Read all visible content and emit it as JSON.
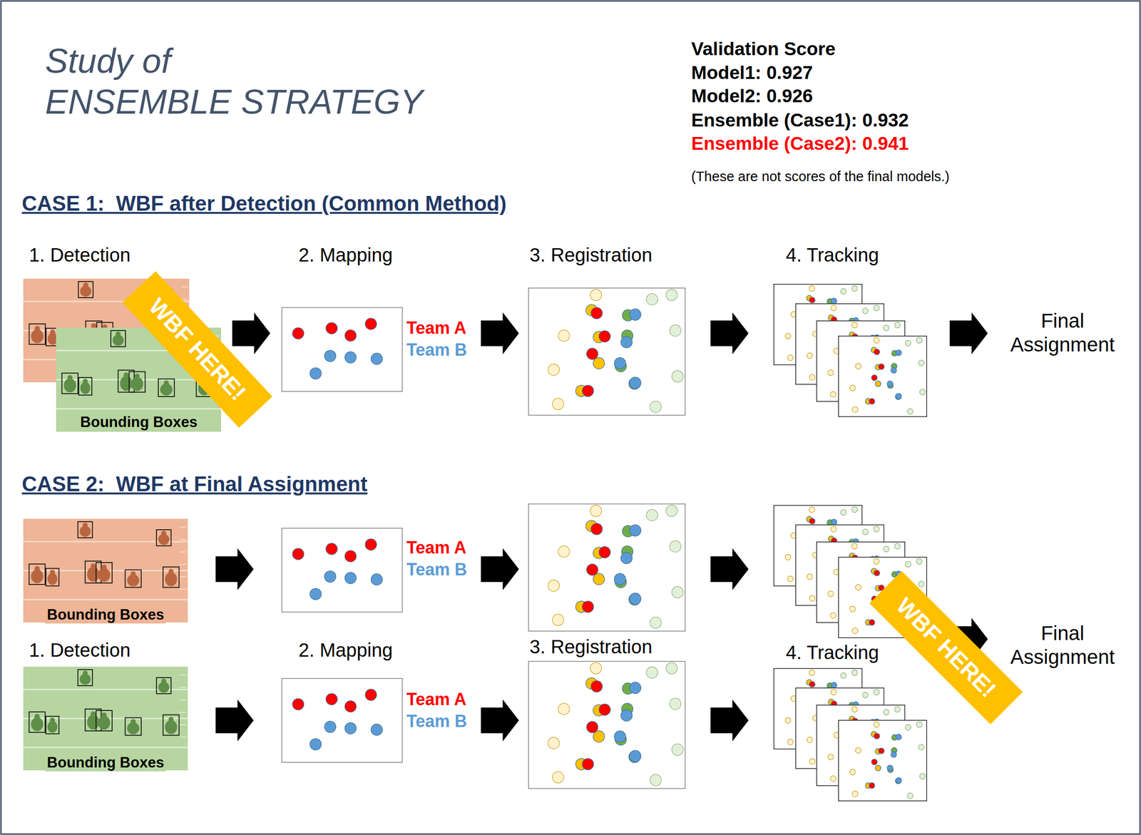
{
  "diagram": {
    "title": "Study of ENSEMBLE STRATEGY",
    "nodes": [
      {
        "text": [
          "1. Detection",
          "Bounding Boxes"
        ]
      },
      {
        "text": [
          "WBF HERE!"
        ]
      },
      {
        "text": [
          "2. Mapping",
          "Team A",
          "Team B"
        ]
      },
      {
        "text": [
          "3. Registration"
        ]
      },
      {
        "text": [
          "4. Tracking"
        ]
      },
      {
        "text": [
          "Final Assignment"
        ]
      },
      {
        "text": [
          "Bounding Boxes"
        ]
      },
      {
        "text": [
          "Team A",
          "Team B"
        ]
      },
      {
        "text": []
      },
      {
        "text": []
      },
      {
        "text": [
          "WBF HERE!"
        ]
      },
      {
        "text": [
          "Final Assignment"
        ]
      },
      {
        "text": [
          "1. Detection",
          "Bounding Boxes"
        ]
      },
      {
        "text": [
          "2. Mapping",
          "Team A",
          "Team B"
        ]
      },
      {
        "text": [
          "3. Registration"
        ]
      },
      {
        "text": [
          "4. Tracking"
        ]
      }
    ],
    "edges": [
      {
        "from": 0,
        "to": 2,
        "arrow": "to"
      },
      {
        "from": 2,
        "to": 3,
        "arrow": "to"
      },
      {
        "from": 3,
        "to": 4,
        "arrow": "to"
      },
      {
        "from": 4,
        "to": 5,
        "arrow": "to"
      },
      {
        "from": 6,
        "to": 7,
        "arrow": "to"
      },
      {
        "from": 7,
        "to": 8,
        "arrow": "to"
      },
      {
        "from": 8,
        "to": 9,
        "arrow": "to"
      },
      {
        "from": 9,
        "to": 11,
        "arrow": "to"
      },
      {
        "from": 12,
        "to": 13,
        "arrow": "to"
      },
      {
        "from": 13,
        "to": 14,
        "arrow": "to"
      },
      {
        "from": 14,
        "to": 15,
        "arrow": "to"
      },
      {
        "from": 15,
        "to": 11,
        "arrow": "to"
      }
    ],
    "labels": [
      "Validation Score",
      "Model1: 0.927",
      "Model2: 0.926",
      "Ensemble (Case1): 0.932",
      "Ensemble (Case2): 0.941",
      "(These are not scores of the final models.)",
      "CASE 1:  WBF after Detection (Common Method)",
      "CASE 2:  WBF at Final Assignment"
    ]
  }
}
